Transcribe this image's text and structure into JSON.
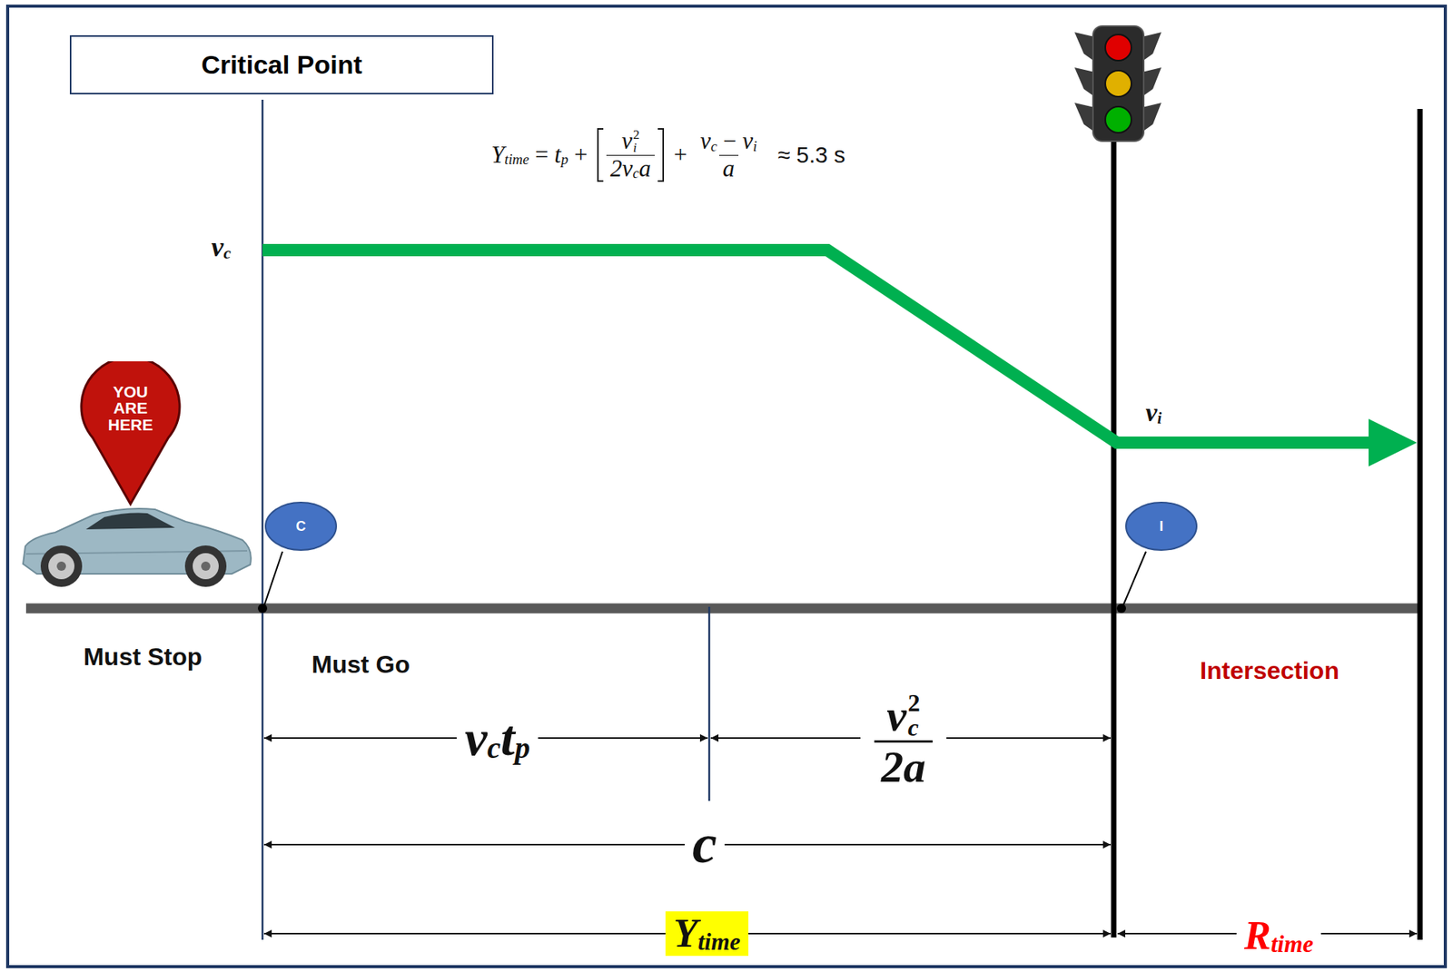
{
  "diagram": {
    "nodes": [
      {
        "text": [
          "Critical Point"
        ]
      },
      {
        "text": [
          "YOU ARE HERE"
        ]
      },
      {
        "text": [
          "C"
        ]
      },
      {
        "text": [
          "I"
        ]
      }
    ],
    "labels": [
      "Y",
      "time",
      "=",
      "t",
      "p",
      "+",
      "v",
      "2",
      "i",
      "2v",
      "c",
      "a",
      "+",
      "v",
      "c",
      "−",
      "v",
      "i",
      "a",
      "≈ 5.3 s",
      "v",
      "c",
      "v",
      "i",
      "Must Stop",
      "Must Go",
      "Intersection",
      "v",
      "c",
      "t",
      "p",
      "v",
      "2",
      "c",
      "2a",
      "c",
      "Y",
      "time",
      "R",
      "time"
    ]
  }
}
